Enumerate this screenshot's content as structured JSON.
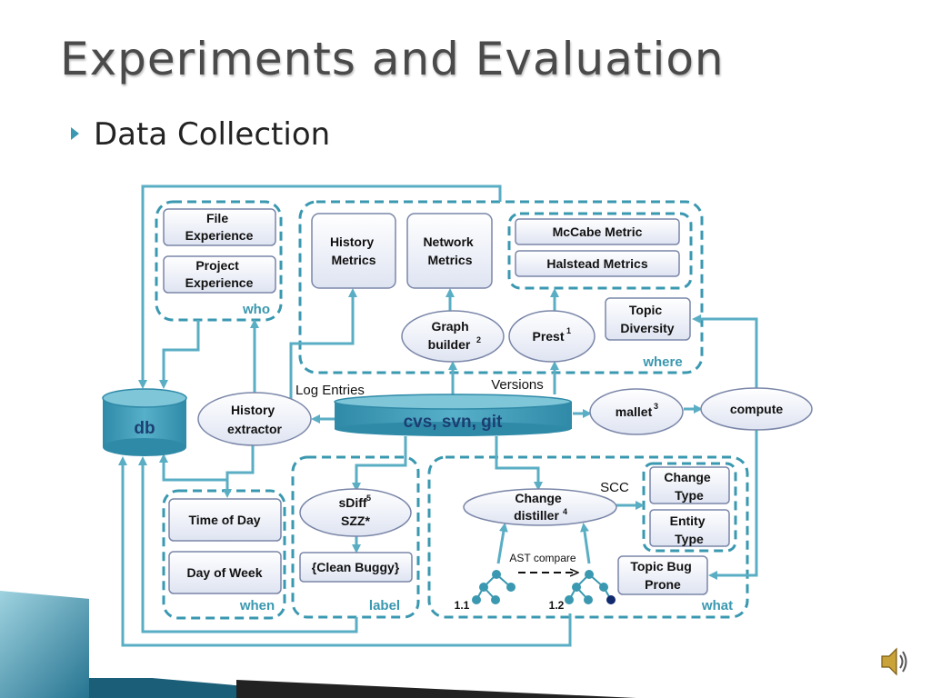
{
  "slide": {
    "title": "Experiments and Evaluation",
    "bullet": "Data Collection",
    "icons": [
      "bullet-arrow-icon",
      "speaker-icon"
    ],
    "accent_color": "#3a98b0"
  },
  "diagram": {
    "central_repo": "cvs, svn, git",
    "db": "db",
    "group_labels": {
      "who": "who",
      "where": "where",
      "when": "when",
      "label": "label",
      "what": "what"
    },
    "who": {
      "file_experience": [
        "File",
        "Experience"
      ],
      "project_experience": [
        "Project",
        "Experience"
      ]
    },
    "where": {
      "history_metrics": [
        "History",
        "Metrics"
      ],
      "network_metrics": [
        "Network",
        "Metrics"
      ],
      "mccabe": "McCabe Metric",
      "halstead": "Halstead Metrics",
      "graph_builder": [
        "Graph",
        "builder"
      ],
      "graph_builder_sup": "2",
      "prest": "Prest",
      "prest_sup": "1",
      "topic_diversity": [
        "Topic",
        "Diversity"
      ]
    },
    "history_extractor": [
      "History",
      "extractor"
    ],
    "mallet": "mallet",
    "mallet_sup": "3",
    "compute": "compute",
    "edge_labels": {
      "log_entries": "Log Entries",
      "versions": "Versions",
      "scc": "SCC",
      "ast_compare": "AST compare"
    },
    "when": {
      "time_of_day": "Time of Day",
      "day_of_week": "Day of Week"
    },
    "label": {
      "sdiff": "sDiff",
      "sdiff_sup": "5",
      "szz": "SZZ*",
      "clean_buggy": "{Clean Buggy}"
    },
    "what": {
      "change_distiller": [
        "Change",
        "distiller"
      ],
      "change_distiller_sup": "4",
      "change_type": [
        "Change",
        "Type"
      ],
      "entity_type": [
        "Entity",
        "Type"
      ],
      "topic_bug_prone": [
        "Topic Bug",
        "Prone"
      ],
      "version_a": "1.1",
      "version_b": "1.2"
    }
  }
}
